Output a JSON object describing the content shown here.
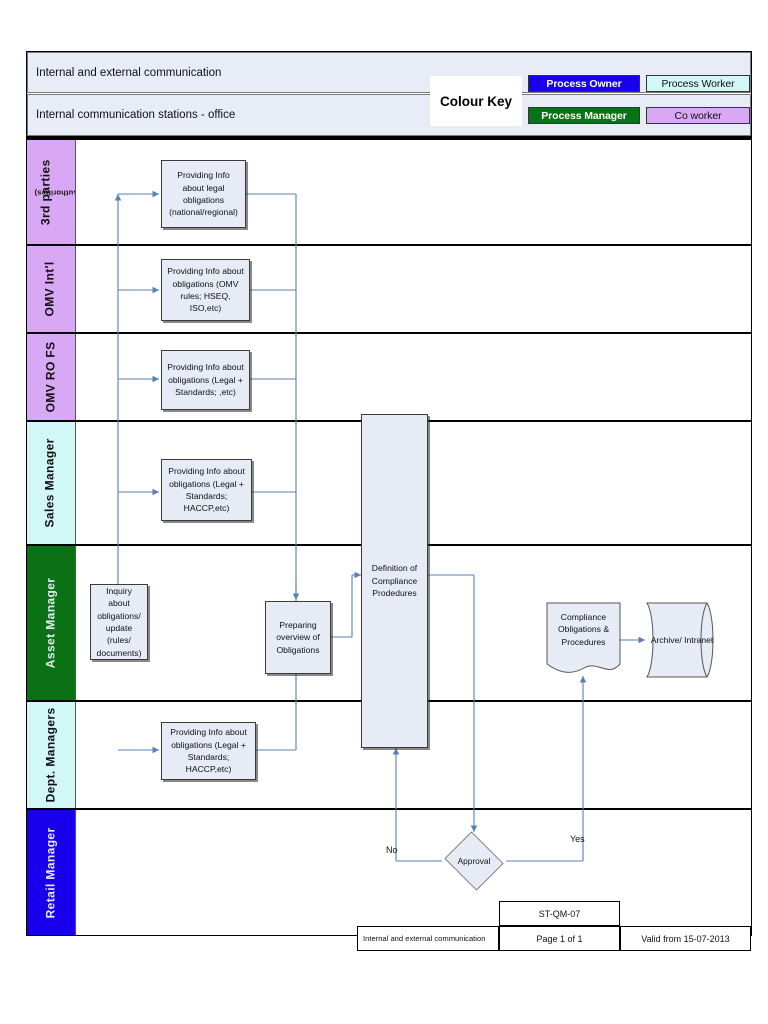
{
  "header": {
    "title_row_1": "Internal and external communication",
    "title_row_2": "Internal communication stations - office"
  },
  "colour_key": {
    "label": "Colour Key",
    "entries": [
      {
        "label": "Process Owner",
        "color": "#1800ec"
      },
      {
        "label": "Process Worker",
        "color": "#d2f7f7"
      },
      {
        "label": "Process Manager",
        "color": "#0a7215"
      },
      {
        "label": "Co worker",
        "color": "#d9a8f5"
      }
    ]
  },
  "lanes": [
    {
      "name": "3rd parties",
      "sub": "(Authorities)",
      "color": "#d9a8f5",
      "role": "Co worker"
    },
    {
      "name": "OMV Int'l",
      "sub": "",
      "color": "#d9a8f5",
      "role": "Co worker"
    },
    {
      "name": "OMV RO FS",
      "sub": "",
      "color": "#d9a8f5",
      "role": "Co worker"
    },
    {
      "name": "Sales Manager",
      "sub": "",
      "color": "#d2f7f7",
      "role": "Process Worker"
    },
    {
      "name": "Asset Manager",
      "sub": "",
      "color": "#0a7215",
      "role": "Process Manager"
    },
    {
      "name": "Dept. Managers",
      "sub": "",
      "color": "#d2f7f7",
      "role": "Process Worker"
    },
    {
      "name": "Retail Manager",
      "sub": "",
      "color": "#1800ec",
      "role": "Process Owner"
    }
  ],
  "nodes": {
    "legal_obligations": "Providing Info about legal obligations (national/regional)",
    "omv_rules": "Providing Info about obligations (OMV rules; HSEQ, ISO,etc)",
    "legal_standards": "Providing Info about obligations (Legal + Standards; ,etc)",
    "legal_standards_haccp_sales": "Providing Info about obligations (Legal + Standards; HACCP,etc)",
    "inquiry": "Inquiry about obligations/ update (rules/ documents)",
    "preparing_overview": "Preparing overview of Obligations",
    "definition_compliance": "Definition of Compliance Prodedures",
    "legal_standards_haccp_dept": "Providing Info about obligations (Legal + Standards; HACCP,etc)",
    "compliance_doc": "Compliance Obligations & Procedures",
    "archive": "Archive/ Intranet",
    "approval": "Approval"
  },
  "edge_labels": {
    "no": "No",
    "yes": "Yes"
  },
  "footer": {
    "code": "ST-QM-07",
    "title": "Internal and external communication",
    "page": "Page 1 of 1",
    "valid": "Valid from 15-07-2013"
  }
}
